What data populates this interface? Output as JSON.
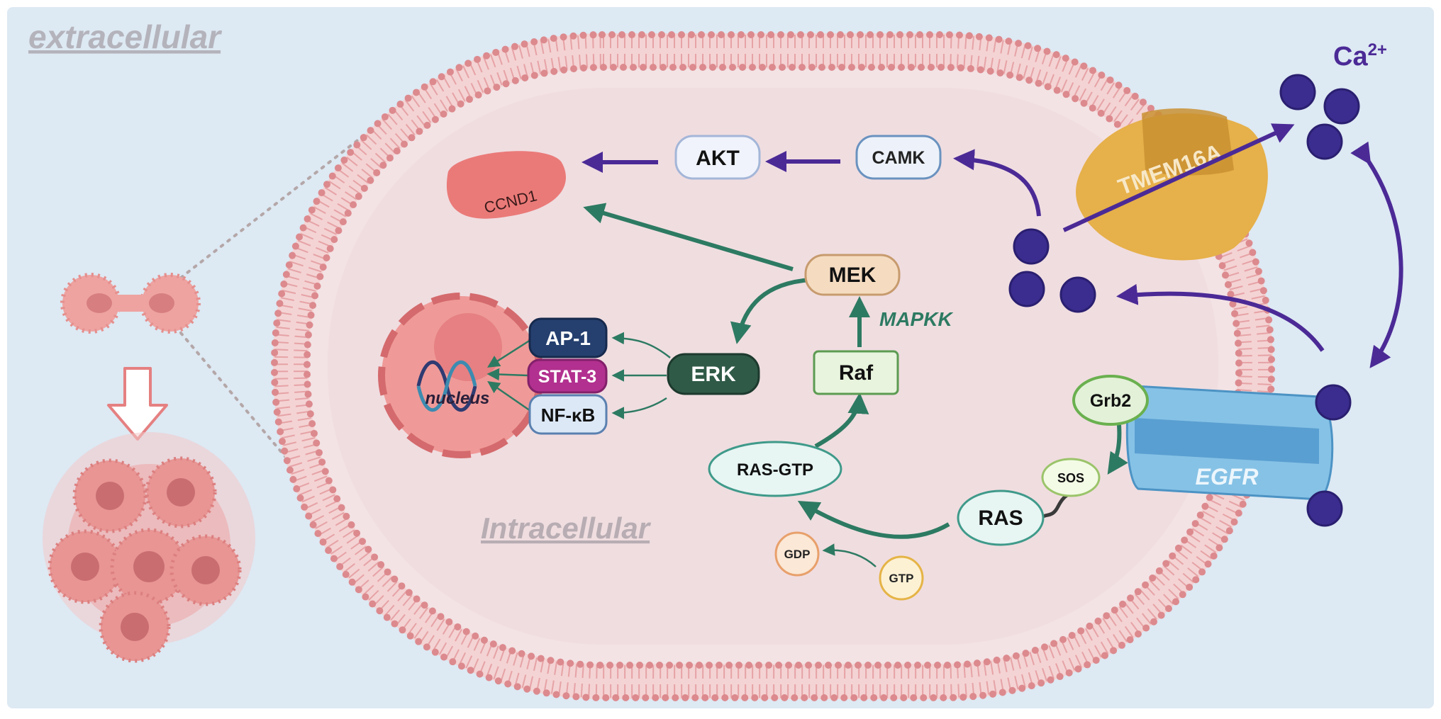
{
  "labels": {
    "extracellular": "extracellular",
    "intracellular": "Intracellular",
    "ca_base": "Ca",
    "ca_sup": "2+",
    "nucleus": "nucleus",
    "mapkk": "MAPKK",
    "tmem16a": "TMEM16A",
    "egfr": "EGFR"
  },
  "nodes": {
    "akt": "AKT",
    "camk": "CAMK",
    "ccnd1": "CCND1",
    "mek": "MEK",
    "erk": "ERK",
    "raf": "Raf",
    "ap1": "AP-1",
    "stat3": "STAT-3",
    "nfkb": "NF-κB",
    "ras_gtp": "RAS-GTP",
    "ras": "RAS",
    "grb2": "Grb2",
    "sos": "SOS",
    "gdp": "GDP",
    "gtp": "GTP"
  },
  "colors": {
    "background": "#dde9f3",
    "cytoplasm": "#f0dde0",
    "membrane_head": "#dc8a8e",
    "purple_arrow": "#4b2a96",
    "green_arrow": "#2d7a62",
    "calcium": "#3b2d8f",
    "nucleus": "#eb8a88",
    "tmem16a": "#e6b04a",
    "egfr": "#86c2e6"
  }
}
